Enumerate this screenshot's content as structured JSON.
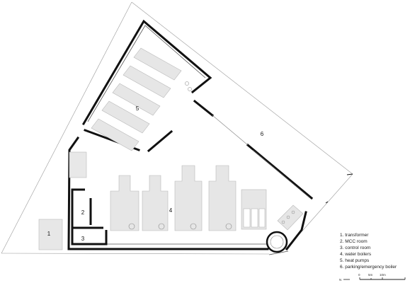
{
  "plan": {
    "room_labels": {
      "r1": "1",
      "r2": "2",
      "r3": "3",
      "r4": "4",
      "r5": "5",
      "r6": "6"
    },
    "legend": [
      "1. transformer",
      "2. MCC room",
      "3. control room",
      "4. water boilers",
      "5. heat pumps",
      "6. parking/emergency boiler"
    ],
    "north_label": "N",
    "scale": {
      "zero": "0",
      "mid": "5m",
      "end": "10m"
    }
  }
}
